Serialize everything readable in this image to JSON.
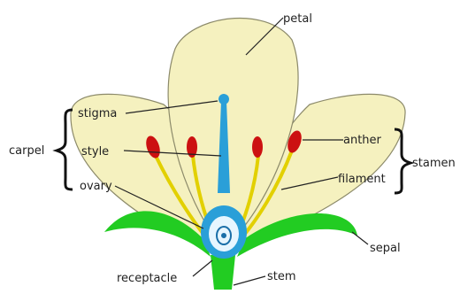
{
  "labels": {
    "petal": "petal",
    "stigma": "stigma",
    "style": "style",
    "ovary": "ovary",
    "carpel": "carpel",
    "anther": "anther",
    "filament": "filament",
    "stamen": "stamen",
    "sepal": "sepal",
    "receptacle": "receptacle",
    "stem": "stem"
  },
  "colors": {
    "petal_fill": "#f5f1bf",
    "petal_stroke": "#8c8a6a",
    "sepal_green": "#22cc22",
    "style_blue": "#2a9fd8",
    "ovary_light": "#e6f6ff",
    "anther_red": "#cc1111",
    "filament_yellow": "#f2e000",
    "line_dark": "#222222"
  }
}
